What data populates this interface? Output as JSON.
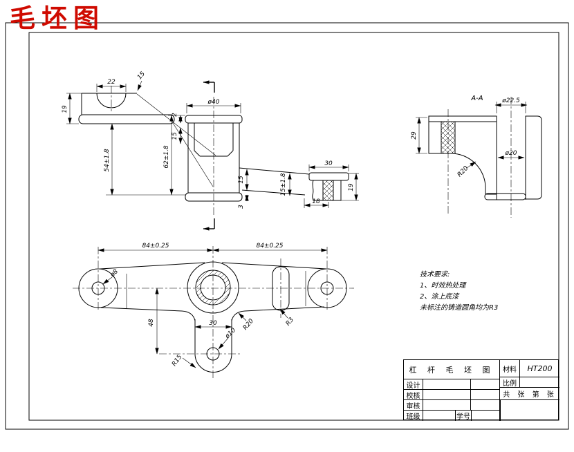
{
  "annotation": {
    "title": "毛坯图"
  },
  "drawing": {
    "left_view": {
      "dim_width": "22",
      "dim_corner": "15",
      "dim_height": "19"
    },
    "front_view": {
      "dim_h_boss": "54±1.8",
      "dim_h_hub": "62±1.8",
      "dim_dia_hub": "ø40",
      "dim_allowance": "2",
      "dim_bore_depth": "15",
      "dim_arm_thick": "15",
      "dim_base": "3",
      "dim_arm_tol": "15±1.8",
      "dim_end_width": "30",
      "dim_end_lower": "18",
      "dim_end_height": "19"
    },
    "section_view": {
      "label": "A-A",
      "dim_dia_outer": "ø22.5",
      "dim_dia_bore": "ø20",
      "dim_fillet": "R20",
      "dim_height": "29"
    },
    "plan_view": {
      "dim_span_left": "84±0.25",
      "dim_span_right": "84±0.25",
      "dim_hole_left": "ø8",
      "dim_drop": "48",
      "dim_boss_width": "30",
      "dim_fillet_left": "R20",
      "dim_fillet_rib": "R3",
      "dim_hole_bottom": "ø10",
      "dim_fillet_bottom": "R15"
    }
  },
  "tech_requirements": {
    "title": "技术要求:",
    "items": [
      "1、时效热处理",
      "2、涂上底漆",
      "未标注的铸造圆角均为R3"
    ]
  },
  "title_block": {
    "drawing_name": "杠 杆 毛 坯 图",
    "material_label": "材料",
    "material_value": "HT200",
    "scale_label": "比例",
    "sheet_info": "共 张 第 张",
    "row_design": "设计",
    "row_check": "校核",
    "row_audit": "审核",
    "row_class": "班级",
    "student_id_label": "学号",
    "accent_color": "#cf0a00"
  }
}
